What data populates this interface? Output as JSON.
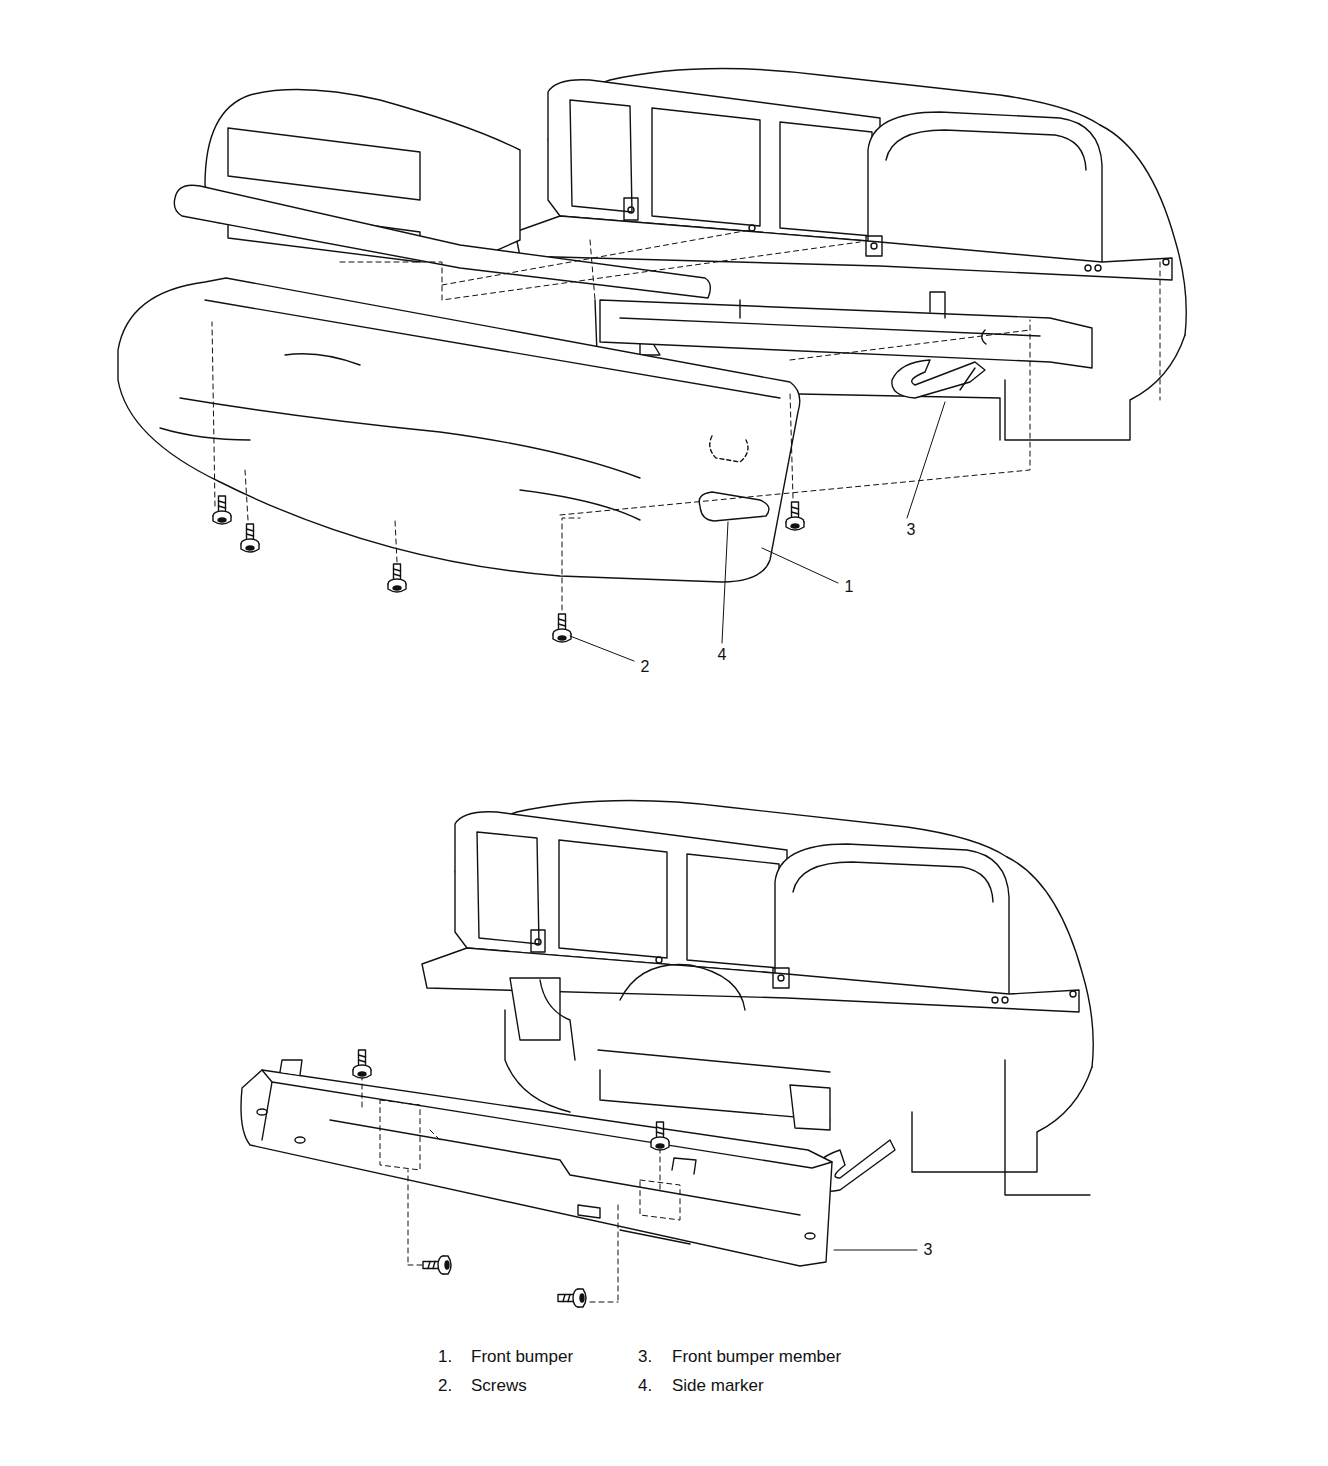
{
  "diagram": {
    "labels": [
      "3",
      "1",
      "4",
      "2",
      "3",
      "1.",
      "Front bumper",
      "3.",
      "Front bumper member",
      "2.",
      "Screws",
      "4.",
      "Side marker"
    ]
  }
}
